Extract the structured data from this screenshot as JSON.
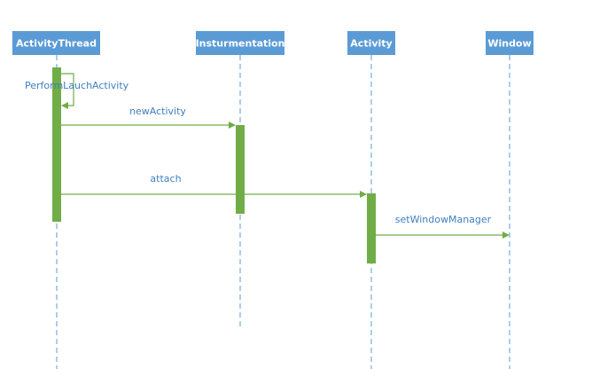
{
  "participants": [
    {
      "name": "ActivityThread"
    },
    {
      "name": "Insturmentation"
    },
    {
      "name": "Activity"
    },
    {
      "name": "Window"
    }
  ],
  "messages": [
    {
      "label": "PerformLauchActivity",
      "from": "ActivityThread",
      "to": "ActivityThread",
      "kind": "self"
    },
    {
      "label": "newActivity",
      "from": "ActivityThread",
      "to": "Insturmentation"
    },
    {
      "label": "attach",
      "from": "ActivityThread",
      "to": "Activity"
    },
    {
      "label": "setWindowManager",
      "from": "Activity",
      "to": "Window"
    }
  ],
  "colors": {
    "header_fill": "#5b9bd5",
    "header_text": "#ffffff",
    "lifeline": "#5b9bd5",
    "activation": "#70ad47",
    "arrow": "#70ad47",
    "label_text": "#3f7fbf"
  }
}
